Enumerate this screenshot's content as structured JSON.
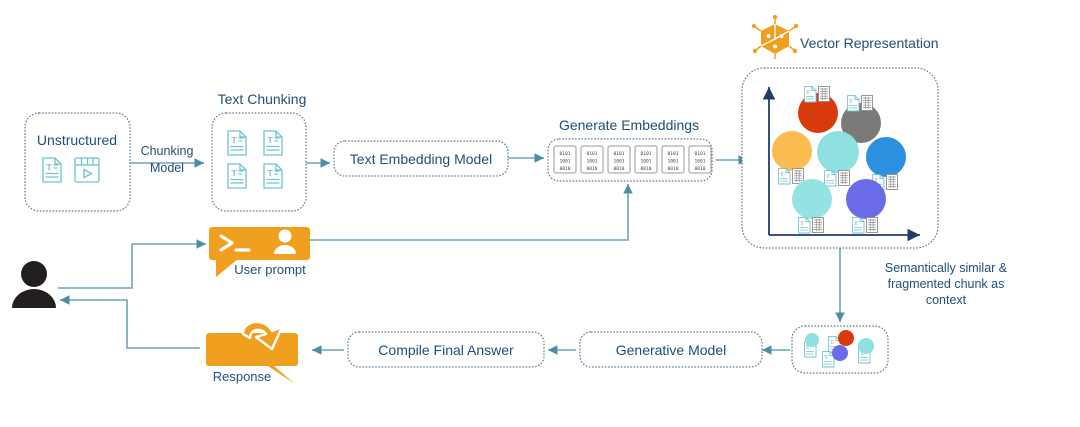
{
  "title": "RAG pipeline diagram",
  "nodes": {
    "unstructured": {
      "label": "Unstructured",
      "icons": [
        "text-document-icon",
        "video-clip-icon"
      ]
    },
    "text_chunking": {
      "label": "Text Chunking",
      "chunk_count": 4,
      "icon": "text-document-icon"
    },
    "chunking_model": {
      "label_line1": "Chunking",
      "label_line2": "Model"
    },
    "text_embedding_model": {
      "label": "Text Embedding Model"
    },
    "generate_embeddings": {
      "label": "Generate Embeddings",
      "box_count": 6,
      "binary_rows": [
        "0101",
        "1001",
        "0010"
      ]
    },
    "vector_representation": {
      "label": "Vector Representation",
      "icon": "3d-cube-icon"
    },
    "semantic_note": {
      "line1": "Semantically similar &",
      "line2": "fragmented chunk as",
      "line3": "context"
    },
    "retrieved_chunks": {
      "chunk_count": 4
    },
    "generative_model": {
      "label": "Generative Model"
    },
    "compile_final_answer": {
      "label": "Compile Final Answer"
    },
    "user_prompt": {
      "label": "User prompt",
      "icon": "terminal-user-icon"
    },
    "response": {
      "label": "Response",
      "icon": "reply-bubble-icon"
    },
    "user": {
      "icon": "user-avatar-icon"
    }
  },
  "chart_data": {
    "type": "scatter",
    "title": "Vector Representation",
    "xlabel": "",
    "ylabel": "",
    "grid": false,
    "legend": "none",
    "xlim": [
      0,
      100
    ],
    "ylim": [
      0,
      100
    ],
    "points": [
      {
        "x": 24,
        "y": 78,
        "color": "#d93a0b",
        "label": "chunk-red"
      },
      {
        "x": 52,
        "y": 70,
        "color": "#7a7a7a",
        "label": "chunk-gray"
      },
      {
        "x": 10,
        "y": 48,
        "color": "#fbbc4f",
        "label": "chunk-amber"
      },
      {
        "x": 36,
        "y": 47,
        "color": "#8fe0e0",
        "label": "chunk-turquoise"
      },
      {
        "x": 70,
        "y": 43,
        "color": "#2b90dd",
        "label": "chunk-blue"
      },
      {
        "x": 24,
        "y": 18,
        "color": "#93e3e3",
        "label": "chunk-cyan"
      },
      {
        "x": 52,
        "y": 17,
        "color": "#6b6bea",
        "label": "chunk-periwinkle"
      }
    ]
  },
  "colors": {
    "text_navy": "#1f4e79",
    "flow_line": "#6aa5b5",
    "orange": "#f0a01e",
    "dotted_border": "#5b7a99",
    "doc_teal": "#6fc3d2",
    "axis_navy": "#1f3d66"
  }
}
